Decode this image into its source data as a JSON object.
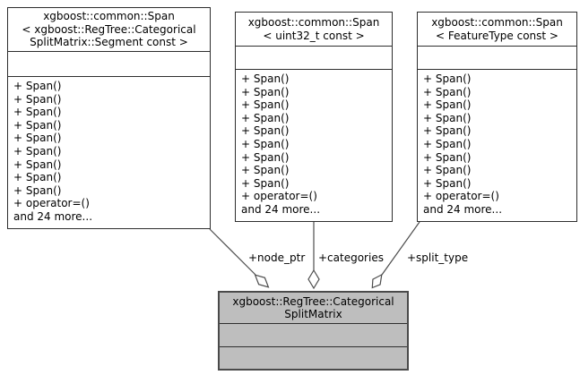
{
  "diagram": {
    "type": "uml-collaboration-diagram",
    "colors": {
      "background": "#ffffff",
      "node_fill": "#ffffff",
      "focus_node_fill": "#bebebe",
      "node_border": "#2e2e2e",
      "edge_color": "#4c4c4c",
      "text": "#000000"
    }
  },
  "classes": [
    {
      "id": "span-segment",
      "title_lines": [
        "xgboost::common::Span",
        "< xgboost::RegTree::Categorical",
        "SplitMatrix::Segment const >"
      ],
      "attributes": [],
      "methods": [
        "+ Span()",
        "+ Span()",
        "+ Span()",
        "+ Span()",
        "+ Span()",
        "+ Span()",
        "+ Span()",
        "+ Span()",
        "+ Span()",
        "+ operator=()",
        "and 24 more..."
      ]
    },
    {
      "id": "span-uint32",
      "title_lines": [
        "xgboost::common::Span",
        "< uint32_t const >"
      ],
      "attributes": [],
      "methods": [
        "+ Span()",
        "+ Span()",
        "+ Span()",
        "+ Span()",
        "+ Span()",
        "+ Span()",
        "+ Span()",
        "+ Span()",
        "+ Span()",
        "+ operator=()",
        "and 24 more..."
      ]
    },
    {
      "id": "span-featuretype",
      "title_lines": [
        "xgboost::common::Span",
        "< FeatureType const >"
      ],
      "attributes": [],
      "methods": [
        "+ Span()",
        "+ Span()",
        "+ Span()",
        "+ Span()",
        "+ Span()",
        "+ Span()",
        "+ Span()",
        "+ Span()",
        "+ Span()",
        "+ operator=()",
        "and 24 more..."
      ]
    }
  ],
  "focus_class": {
    "id": "categorical-splitmatrix",
    "title_lines": [
      "xgboost::RegTree::Categorical",
      "SplitMatrix"
    ]
  },
  "edges": [
    {
      "label": "+node_ptr",
      "from": "span-segment",
      "to": "categorical-splitmatrix",
      "kind": "aggregation"
    },
    {
      "label": "+categories",
      "from": "span-uint32",
      "to": "categorical-splitmatrix",
      "kind": "aggregation"
    },
    {
      "label": "+split_type",
      "from": "span-featuretype",
      "to": "categorical-splitmatrix",
      "kind": "aggregation"
    }
  ]
}
